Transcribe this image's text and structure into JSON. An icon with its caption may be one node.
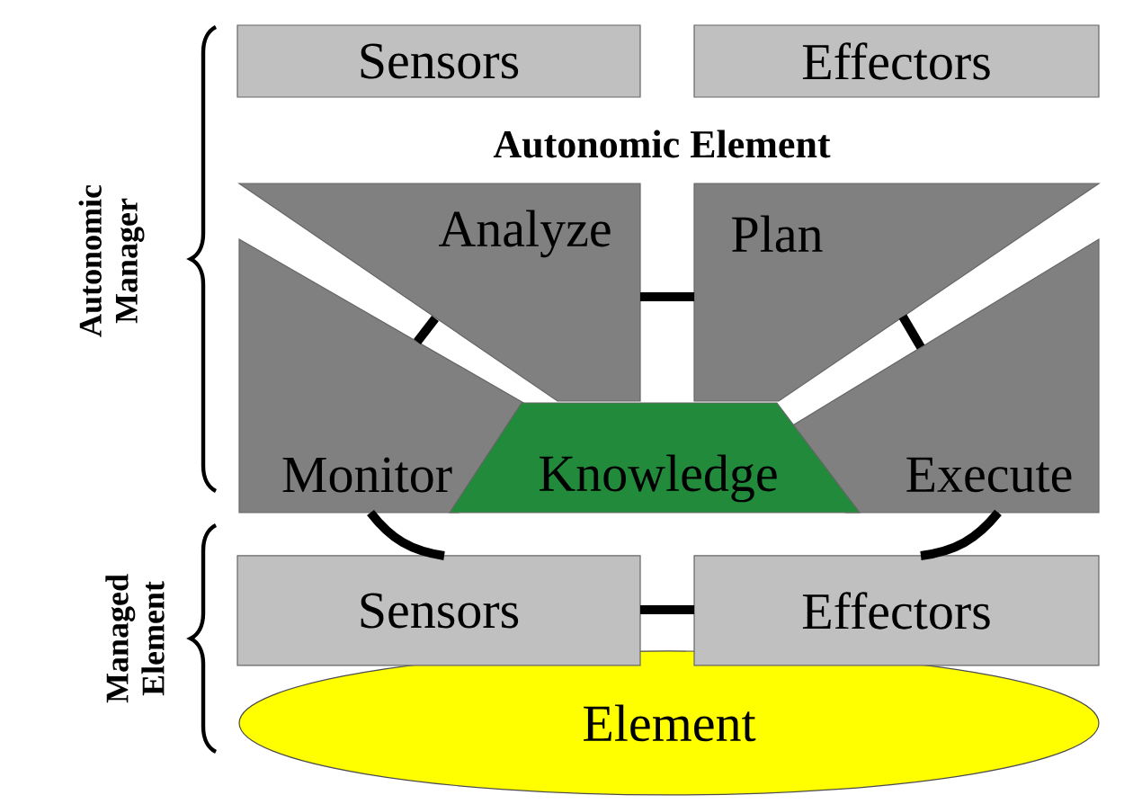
{
  "diagram": {
    "nodes": [
      {
        "text": [
          "Sensors"
        ]
      },
      {
        "text": [
          "Effectors"
        ]
      },
      {
        "text": [
          "Analyze"
        ]
      },
      {
        "text": [
          "Plan"
        ]
      },
      {
        "text": [
          "Monitor"
        ]
      },
      {
        "text": [
          "Knowledge"
        ]
      },
      {
        "text": [
          "Execute"
        ]
      },
      {
        "text": [
          "Sensors"
        ]
      },
      {
        "text": [
          "Effectors"
        ]
      },
      {
        "text": [
          "Element"
        ]
      }
    ],
    "edges": [
      {
        "from": 4,
        "to": 2,
        "arrow": "none"
      },
      {
        "from": 2,
        "to": 3,
        "arrow": "none"
      },
      {
        "from": 3,
        "to": 6,
        "arrow": "none"
      },
      {
        "from": 6,
        "to": 8,
        "arrow": "none"
      },
      {
        "from": 8,
        "to": 7,
        "arrow": "none"
      },
      {
        "from": 7,
        "to": 4,
        "arrow": "none"
      }
    ],
    "labels": [
      "Autonomic Element",
      "Autonomic Manager",
      "Managed Element"
    ]
  }
}
